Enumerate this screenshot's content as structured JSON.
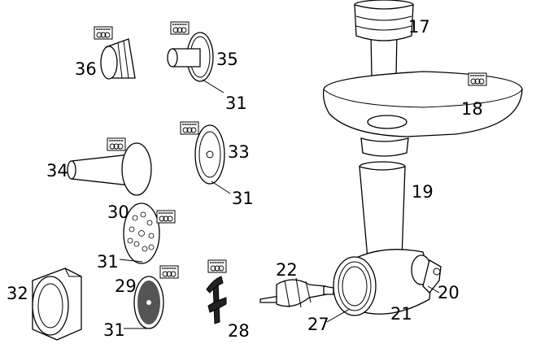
{
  "callouts": {
    "c17": "17",
    "c18": "18",
    "c19": "19",
    "c20": "20",
    "c21": "21",
    "c22": "22",
    "c27": "27",
    "c28": "28",
    "c29": "29",
    "c30": "30",
    "c31a": "31",
    "c31b": "31",
    "c31c": "31",
    "c31d": "31",
    "c32": "32",
    "c33": "33",
    "c34": "34",
    "c35": "35",
    "c36": "36"
  },
  "icons": {
    "dishwasher_safe": "dishwasher-safe-icon"
  }
}
